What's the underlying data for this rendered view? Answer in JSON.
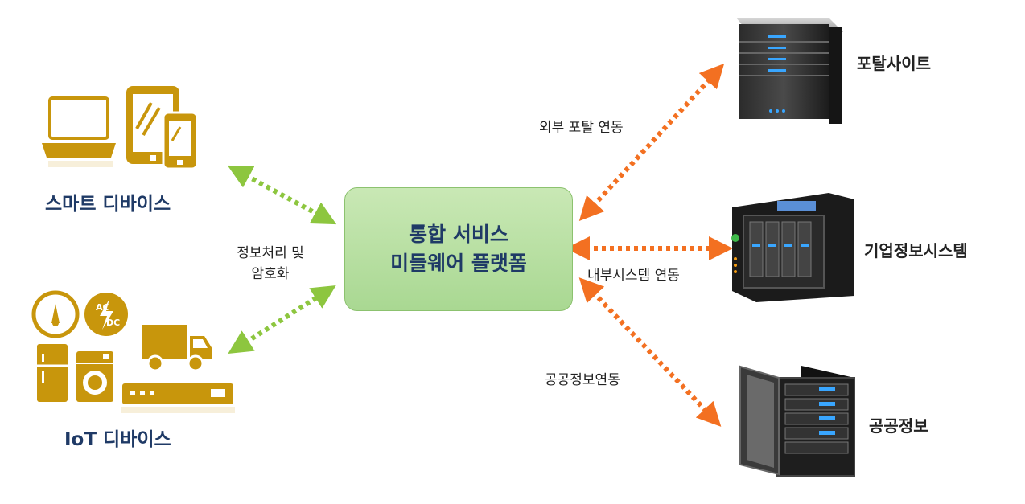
{
  "center": {
    "line1": "통합 서비스",
    "line2": "미들웨어 플랫폼"
  },
  "left": {
    "smart_devices": "스마트 디바이스",
    "iot_devices": "IoT 디바이스",
    "process_label_line1": "정보처리 및",
    "process_label_line2": "암호화"
  },
  "right": {
    "portal_site": "포탈사이트",
    "enterprise_system": "기업정보시스템",
    "public_info": "공공정보",
    "external_link": "외부 포탈 연동",
    "internal_link": "내부시스템 연동",
    "public_link": "공공정보연동"
  },
  "colors": {
    "left_arrow": "#8dc63f",
    "right_arrow": "#f37021",
    "device_gold": "#c8960c",
    "box_green": "#b5df9c"
  }
}
